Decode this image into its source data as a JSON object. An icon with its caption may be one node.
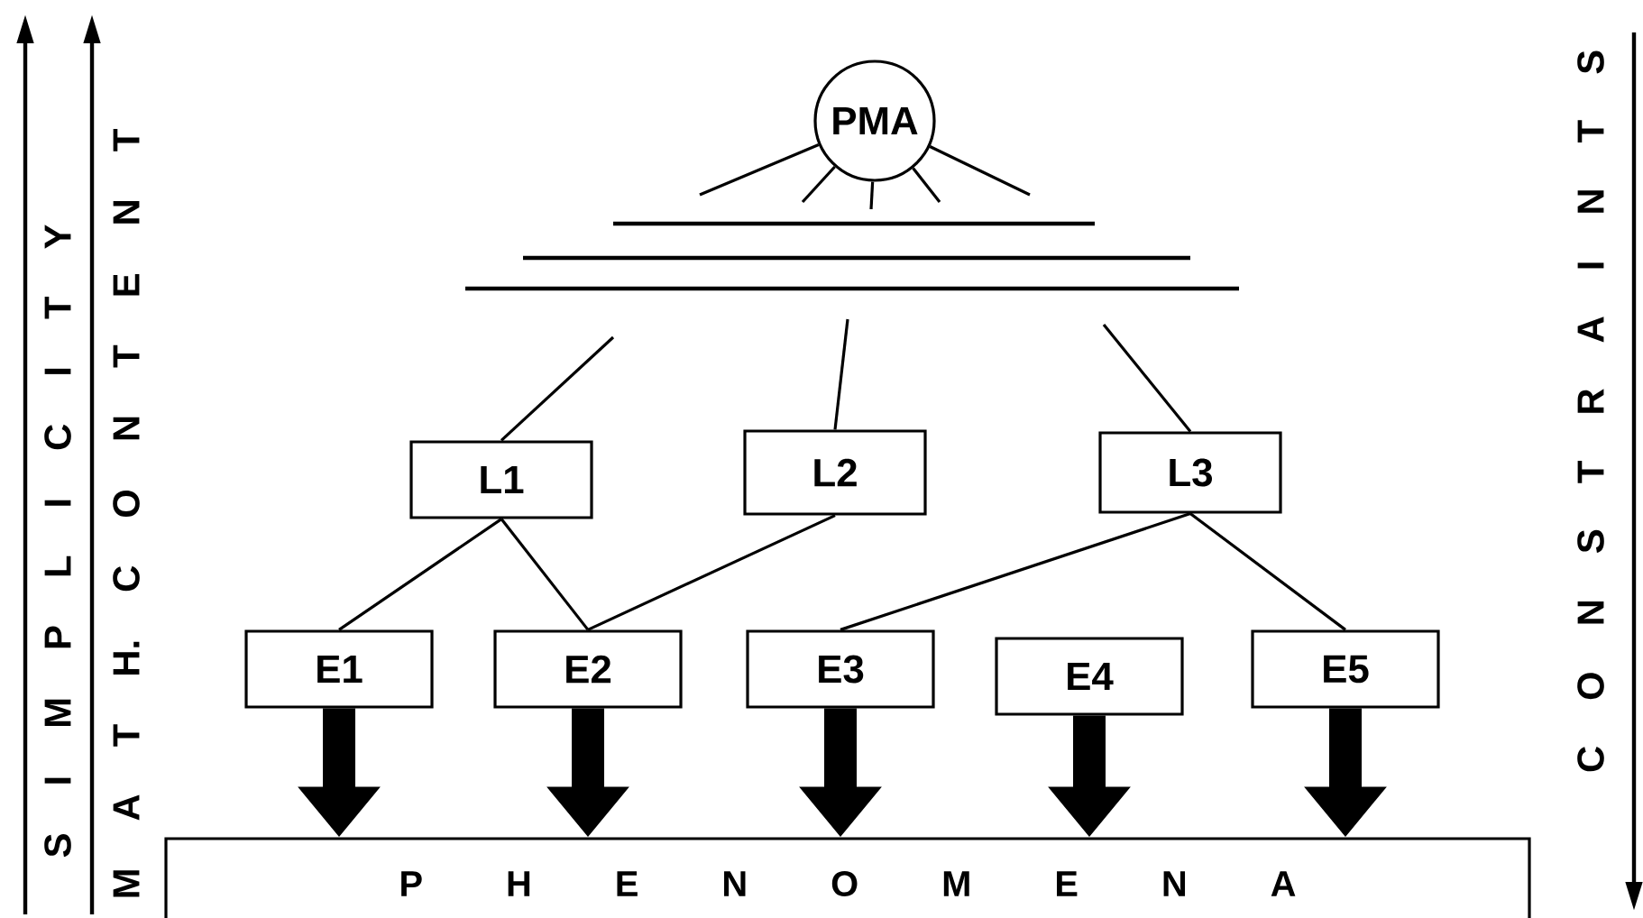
{
  "diagram": {
    "nodes": [
      {
        "text": [
          "PMA"
        ]
      },
      {
        "text": [
          "L1"
        ]
      },
      {
        "text": [
          "L2"
        ]
      },
      {
        "text": [
          "L3"
        ]
      },
      {
        "text": [
          "E1"
        ]
      },
      {
        "text": [
          "E2"
        ]
      },
      {
        "text": [
          "E3"
        ]
      },
      {
        "text": [
          "E4"
        ]
      },
      {
        "text": [
          "E5"
        ]
      },
      {
        "text": [
          "P H E N O M E N A"
        ]
      }
    ],
    "edges": [
      {
        "from": 0,
        "to": null,
        "arrow": "none"
      },
      {
        "from": 0,
        "to": null,
        "arrow": "none"
      },
      {
        "from": 0,
        "to": null,
        "arrow": "none"
      },
      {
        "from": 0,
        "to": null,
        "arrow": "none"
      },
      {
        "from": 0,
        "to": null,
        "arrow": "none"
      },
      {
        "from": null,
        "to": 1,
        "arrow": "none"
      },
      {
        "from": null,
        "to": 2,
        "arrow": "none"
      },
      {
        "from": null,
        "to": 3,
        "arrow": "none"
      },
      {
        "from": 1,
        "to": 4,
        "arrow": "none"
      },
      {
        "from": 1,
        "to": 5,
        "arrow": "none"
      },
      {
        "from": 2,
        "to": 5,
        "arrow": "none"
      },
      {
        "from": 3,
        "to": 6,
        "arrow": "none"
      },
      {
        "from": 3,
        "to": 8,
        "arrow": "none"
      },
      {
        "from": 4,
        "to": 9,
        "arrow": "to",
        "style": "thick"
      },
      {
        "from": 5,
        "to": 9,
        "arrow": "to",
        "style": "thick"
      },
      {
        "from": 6,
        "to": 9,
        "arrow": "to",
        "style": "thick"
      },
      {
        "from": 7,
        "to": 9,
        "arrow": "to",
        "style": "thick"
      },
      {
        "from": 8,
        "to": 9,
        "arrow": "to",
        "style": "thick"
      }
    ],
    "labels": [
      "S I M P L I C I T Y",
      "M A T H. C O N T E N T",
      "C O N S T R A I N T S"
    ]
  }
}
